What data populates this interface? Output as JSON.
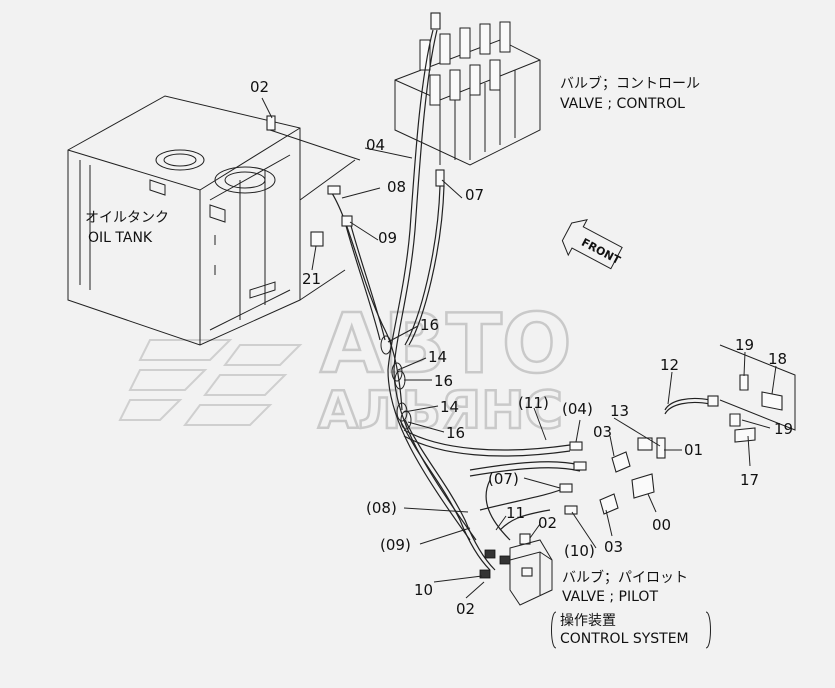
{
  "watermark": {
    "line1": "АВТО",
    "line2": "АЛЬЯНС"
  },
  "assemblies": {
    "control_valve_jp": "バルブ；コントロール",
    "control_valve_en": "VALVE ; CONTROL",
    "oil_tank_jp": "オイルタンク",
    "oil_tank_en": "OIL TANK",
    "pilot_valve_jp": "バルブ；パイロット",
    "pilot_valve_en": "VALVE ; PILOT",
    "control_system_jp": "操作装置",
    "control_system_en": "CONTROL SYSTEM",
    "front_arrow": "FRONT"
  },
  "callouts": {
    "c02_top": "02",
    "c04_top": "04",
    "c08": "08",
    "c07": "07",
    "c09": "09",
    "c21": "21",
    "c16_a": "16",
    "c14_a": "14",
    "c16_b": "16",
    "c14_b": "14",
    "c16_c": "16",
    "c11_p": "(11)",
    "c04_p": "(04)",
    "c13": "13",
    "c03_a": "03",
    "c01": "01",
    "c12": "12",
    "c19_a": "19",
    "c18": "18",
    "c19_b": "19",
    "c17": "17",
    "c07_p": "(07)",
    "c08_p": "(08)",
    "c11": "11",
    "c02_mid": "02",
    "c03_b": "03",
    "c00": "00",
    "c09_p": "(09)",
    "c10_p": "(10)",
    "c10": "10",
    "c02_bot": "02"
  }
}
